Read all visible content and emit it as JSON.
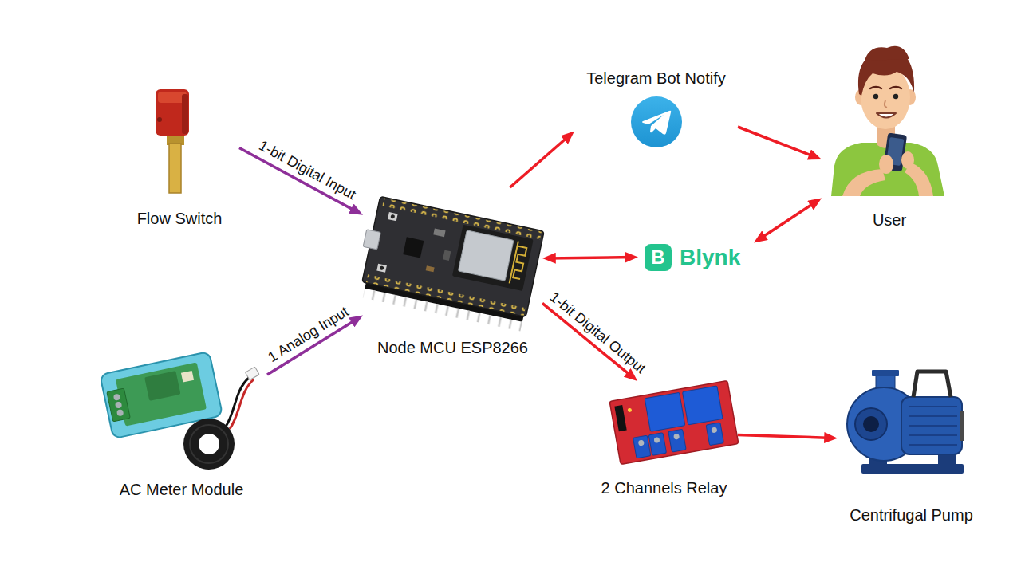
{
  "diagram": {
    "nodes": [
      {
        "text": [
          "Flow Switch"
        ]
      },
      {
        "text": [
          "Telegram Bot Notify"
        ]
      },
      {
        "text": [
          "User"
        ]
      },
      {
        "text": [
          "Blynk"
        ]
      },
      {
        "text": [
          "Node MCU ESP8266"
        ]
      },
      {
        "text": [
          "AC Meter Module"
        ]
      },
      {
        "text": [
          "2 Channels Relay"
        ]
      },
      {
        "text": [
          "Centrifugal Pump"
        ]
      }
    ],
    "edges": [
      {
        "from": 0,
        "to": 4,
        "label": "1-bit Digital Input",
        "arrow": "to"
      },
      {
        "from": 5,
        "to": 4,
        "label": "1 Analog Input",
        "arrow": "to"
      },
      {
        "from": 4,
        "to": 1,
        "arrow": "to"
      },
      {
        "from": 1,
        "to": 2,
        "arrow": "to"
      },
      {
        "from": 4,
        "to": 3,
        "arrow": "both"
      },
      {
        "from": 3,
        "to": 2,
        "arrow": "both"
      },
      {
        "from": 4,
        "to": 6,
        "label": "1-bit Digital Output",
        "arrow": "to"
      },
      {
        "from": 6,
        "to": 7,
        "arrow": "to"
      }
    ],
    "labels": [
      "B"
    ]
  }
}
